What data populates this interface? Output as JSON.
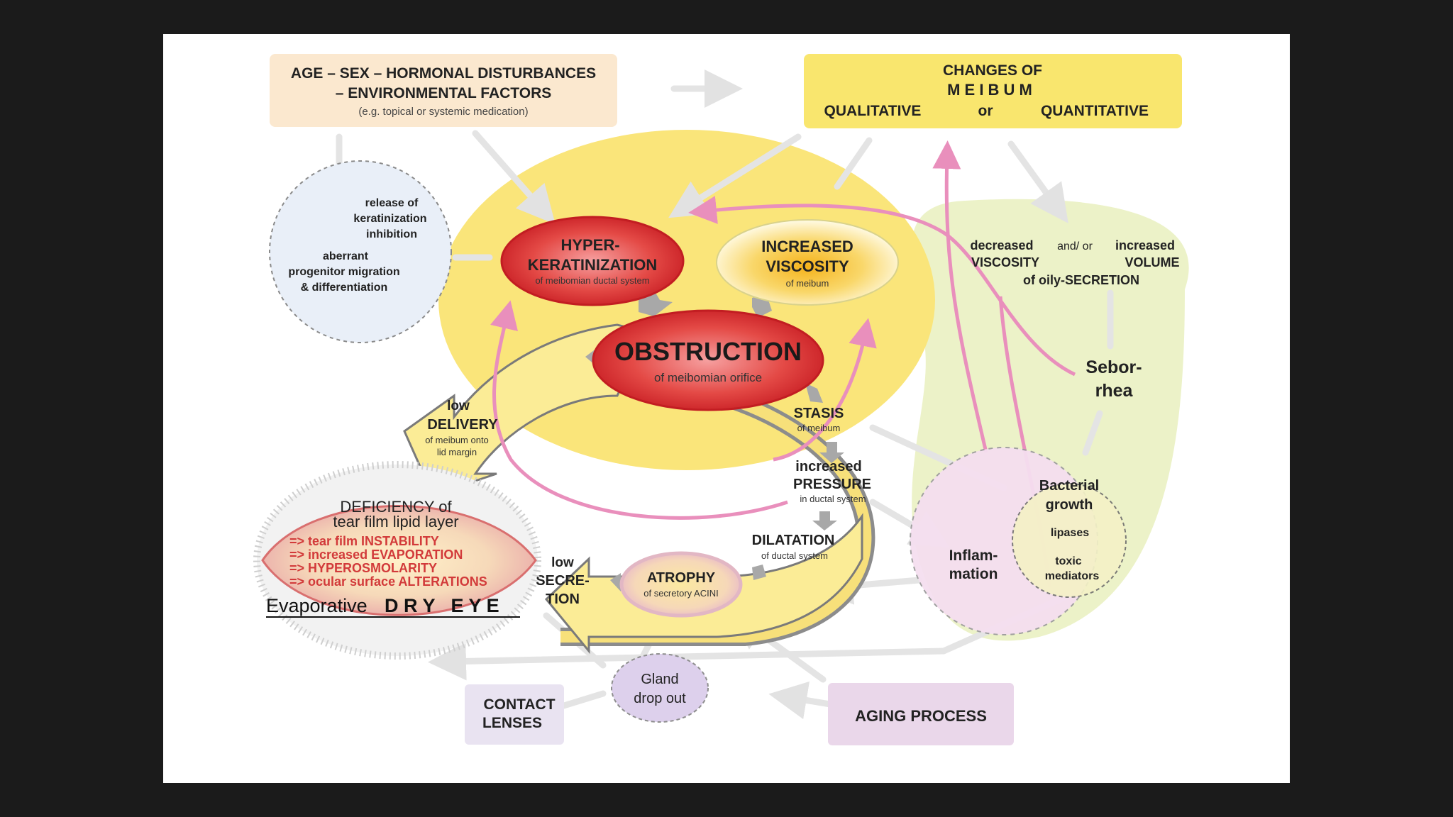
{
  "colors": {
    "page_background": "#1b1b1b",
    "panel_background": "#ffffff",
    "big_yellow_circle": "#fae57a",
    "seborrhea_zone": "#eaf1c2",
    "cycle_arrows": "#e98fbc",
    "red_node": "#d92a2c",
    "lavender_box": "#e6dcef"
  },
  "top_left_box": {
    "line1": "AGE – SEX – HORMONAL DISTURBANCES",
    "line2": "–  ENVIRONMENTAL FACTORS",
    "line3": "(e.g. topical or systemic medication)"
  },
  "top_right_box": {
    "line1": "CHANGES  OF",
    "line2": "M E I B U M",
    "qualitative": "QUALITATIVE",
    "or": "or",
    "quantitative": "QUANTITATIVE"
  },
  "keratinization_circle": {
    "line1": "release of",
    "line2": "keratinization",
    "line3": "inhibition",
    "line4": "aberrant",
    "line5": "progenitor migration",
    "line6": "& differentiation"
  },
  "hyperkeratinization": {
    "line1": "HYPER-",
    "line2": "KERATINIZATION",
    "sub": "of meibomian ductal system"
  },
  "increased_viscosity": {
    "line1": "INCREASED",
    "line2": "VISCOSITY",
    "sub": "of meibum"
  },
  "obstruction": {
    "title": "OBSTRUCTION",
    "sub": "of meibomian orifice"
  },
  "stasis": {
    "title": "STASIS",
    "sub": "of meibum"
  },
  "pressure": {
    "line1": "increased",
    "line2": "PRESSURE",
    "sub": "in ductal system"
  },
  "dilatation": {
    "title": "DILATATION",
    "sub": "of ductal system"
  },
  "atrophy": {
    "title": "ATROPHY",
    "sub": "of secretory ACINI"
  },
  "low_delivery": {
    "line1": "low",
    "line2": "DELIVERY",
    "line3": "of meibum onto",
    "line4": "lid margin"
  },
  "low_secretion": {
    "line1": "low",
    "line2": "SECRE-",
    "line3": "TION"
  },
  "secretion_change": {
    "decreased": "decreased",
    "andor": "and/ or",
    "increased": "increased",
    "viscosity": "VISCOSITY",
    "volume": "VOLUME",
    "oily": "of oily-SECRETION"
  },
  "seborrhea": {
    "line1": "Sebor-",
    "line2": "rhea"
  },
  "bacterial": {
    "line1": "Bacterial",
    "line2": "growth",
    "lipases": "lipases",
    "toxic": "toxic",
    "mediators": "mediators"
  },
  "inflammation": {
    "line1": "Inflam-",
    "line2": "mation"
  },
  "eye": {
    "line1": "DEFICIENCY of",
    "line2": "tear film lipid layer",
    "item1": "=> tear film INSTABILITY",
    "item2": "=> increased EVAPORATION",
    "item3": "=> HYPEROSMOLARITY",
    "item4": "=> ocular surface ALTERATIONS",
    "footer_prefix": "Evaporative",
    "footer_main": "D R Y   E Y E"
  },
  "gland_dropout": {
    "line1": "Gland",
    "line2": "drop out"
  },
  "contact_lenses": {
    "line1": "CONTACT",
    "line2": "LENSES"
  },
  "aging": {
    "label": "AGING PROCESS"
  }
}
